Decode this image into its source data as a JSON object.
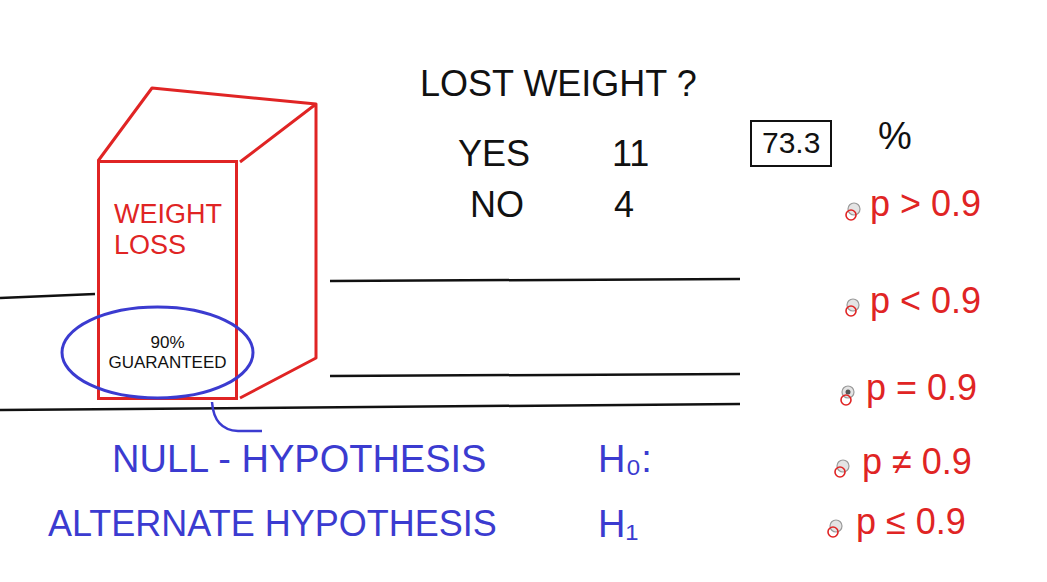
{
  "diagram": {
    "nodes": [
      {
        "text": [
          "WEIGHT LOSS"
        ]
      },
      {
        "text": [
          "90% GUARANTEED"
        ],
        "in": 0
      },
      {
        "text": [
          "73.3"
        ]
      }
    ],
    "labels": [
      "LOST WEIGHT ?",
      "YES",
      "11",
      "NO",
      "4",
      "%",
      "p > 0.9",
      "p < 0.9",
      "p = 0.9",
      "p ≠ 0.9",
      "p ≤ 0.9",
      "NULL - HYPOTHESIS",
      "H₀:",
      "ALTERNATE HYPOTHESIS",
      "H₁"
    ]
  }
}
